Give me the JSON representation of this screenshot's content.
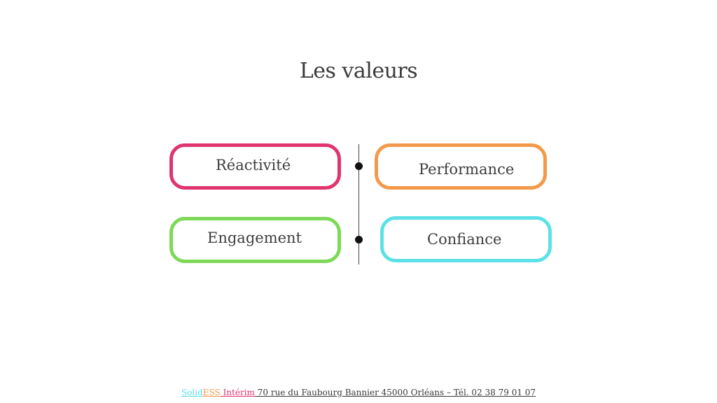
{
  "slide": {
    "title": "Les valeurs"
  },
  "values": {
    "reactivite": {
      "label": "Réactivité",
      "color": "#E0346F"
    },
    "performance": {
      "label": "Performance",
      "color": "#F39A4A"
    },
    "engagement": {
      "label": "Engagement",
      "color": "#7ED957"
    },
    "confiance": {
      "label": "Confiance",
      "color": "#5CE1E6"
    }
  },
  "footer": {
    "brand_part1": "Solid",
    "brand_part2": "ESS",
    "brand_part3": " Intérim",
    "address": " 70 rue du Faubourg Bannier  45000 Orléans – Tél. 02 38 79 01 07",
    "brand_colors": [
      "#5CE1E6",
      "#F39A4A",
      "#E0346F"
    ]
  }
}
